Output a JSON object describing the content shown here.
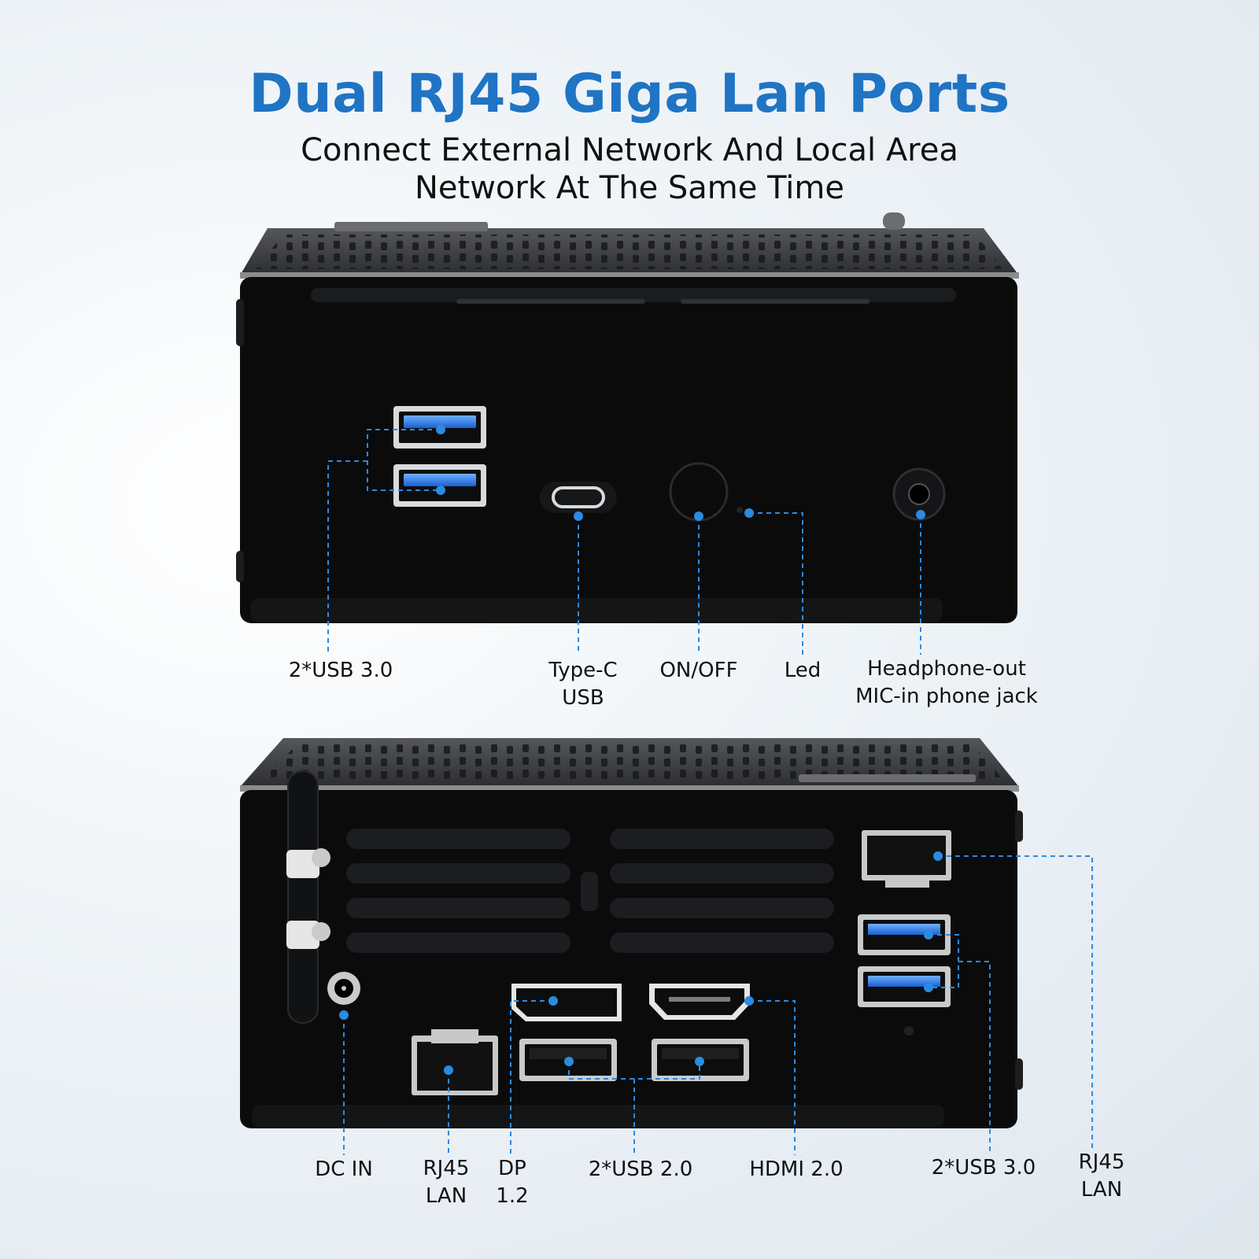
{
  "headline": "Dual RJ45 Giga Lan Ports",
  "subheadline": {
    "line1": "Connect External Network And Local  Area",
    "line2": "Network At The Same Time"
  },
  "front_panel": {
    "usb30": "2*USB 3.0",
    "typec_line1": "Type-C",
    "typec_line2": "USB",
    "onoff": "ON/OFF",
    "led": "Led",
    "headphone_line1": "Headphone-out",
    "headphone_line2": "MIC-in phone jack"
  },
  "rear_panel": {
    "dcin": "DC IN",
    "rj45a_line1": "RJ45",
    "rj45a_line2": "LAN",
    "dp_line1": "DP",
    "dp_line2": "1.2",
    "usb20": "2*USB 2.0",
    "hdmi": "HDMI 2.0",
    "usb30": "2*USB 3.0",
    "rj45b_line1": "RJ45",
    "rj45b_line2": "LAN"
  },
  "colors": {
    "accent": "#1f74c4",
    "callout": "#2a8be0",
    "chassis": "#0b0b0c",
    "lid": "#3a3b3e"
  }
}
